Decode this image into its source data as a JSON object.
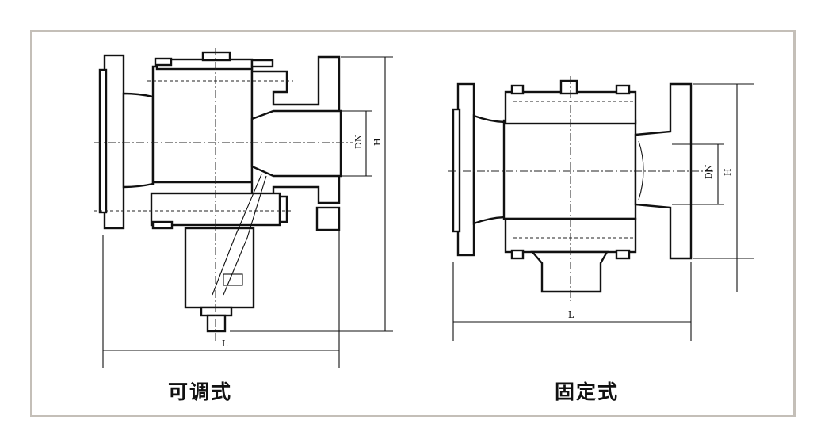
{
  "drawings": {
    "adjustable": {
      "caption": "可调式",
      "dim_dn": "DN",
      "dim_h": "H",
      "dim_l": "L"
    },
    "fixed": {
      "caption": "固定式",
      "dim_dn": "DN",
      "dim_h": "H",
      "dim_l": "L"
    }
  },
  "colors": {
    "frame_border": "#c4bfb8",
    "line": "#111111",
    "background": "#ffffff"
  }
}
